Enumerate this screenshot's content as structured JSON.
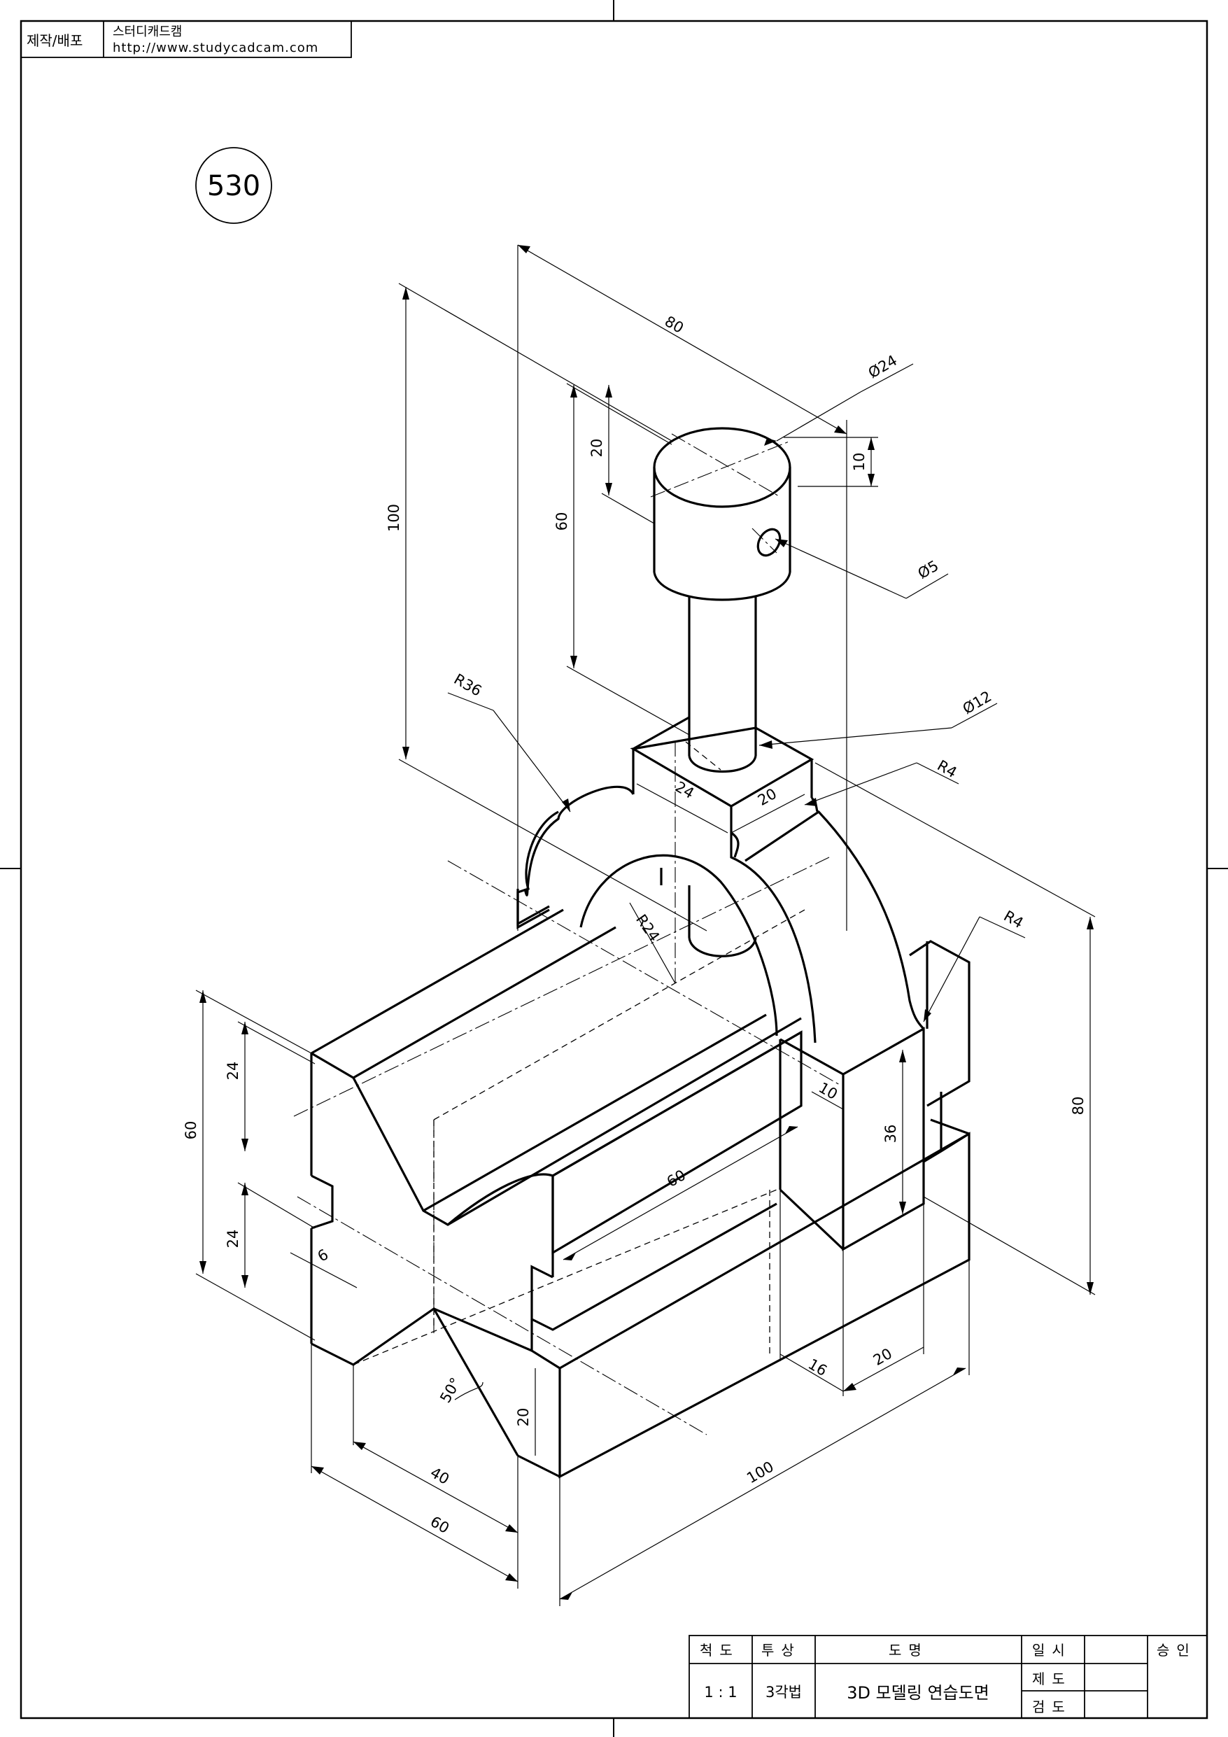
{
  "header_box": {
    "label": "제작/배포",
    "company": "스터디캐드캠",
    "url": "http://www.studycadcam.com"
  },
  "drawing_number": "530",
  "dimensions": {
    "d80_top": "80",
    "d24_dia": "Ø24",
    "d5_dia": "Ø5",
    "d10_top": "10",
    "d20_left": "20",
    "d60_left": "60",
    "d100_left": "100",
    "r36": "R36",
    "d12_dia": "Ø12",
    "r4_top": "R4",
    "d24_block": "24",
    "d20_block": "20",
    "r24": "R24",
    "r4_right": "R4",
    "d80_right": "80",
    "d10_mid": "10",
    "d36": "36",
    "d60_mid": "60",
    "d24_upper": "24",
    "d60_side": "60",
    "d24_lower": "24",
    "d6": "6",
    "angle50": "50°",
    "d20_vee": "20",
    "d40": "40",
    "d60_bottom": "60",
    "d100_bottom": "100",
    "d16": "16",
    "d20_bottom": "20"
  },
  "title_block": {
    "scale_header": "척도",
    "projection_header": "투상",
    "name_header": "도명",
    "date_header": "일시",
    "approve_header": "승인",
    "scale_value": "1 : 1",
    "projection_value": "3각법",
    "title_value": "3D 모델링 연습도면",
    "drafted_label": "제도",
    "checked_label": "검도"
  }
}
